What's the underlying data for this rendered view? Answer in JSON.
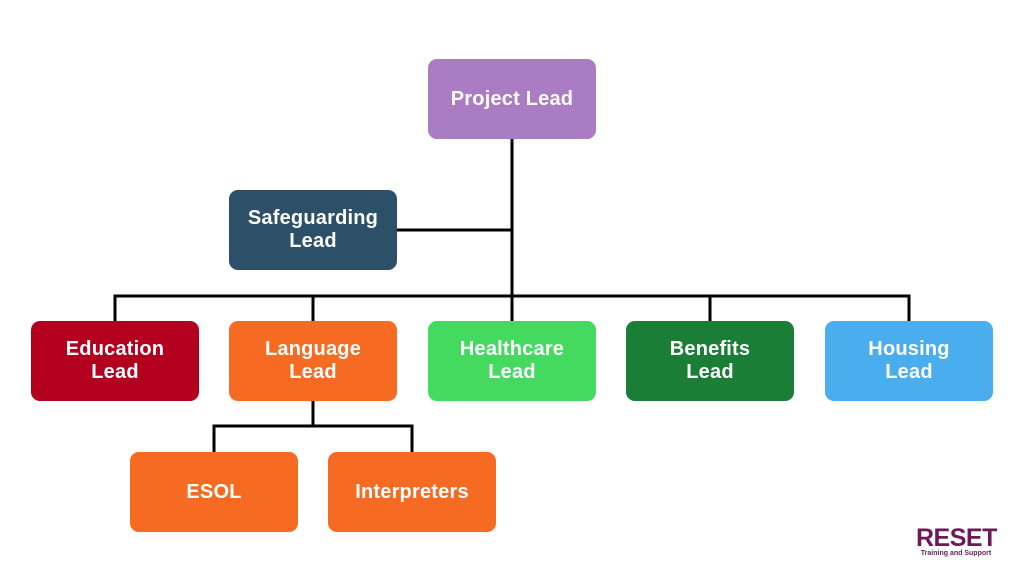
{
  "colors": {
    "connector": "#000000",
    "project": "#a97cc3",
    "safeguarding": "#2b5068",
    "education": "#b3001e",
    "language": "#f76a22",
    "healthcare": "#44d95f",
    "benefits": "#1a7e36",
    "housing": "#4aadee",
    "esol": "#f76a22",
    "interpreters": "#f76a22",
    "logo": "#6b1a5a"
  },
  "nodes": {
    "project": [
      "Project Lead"
    ],
    "safeguarding": [
      "Safeguarding",
      "Lead"
    ],
    "education": [
      "Education",
      "Lead"
    ],
    "language": [
      "Language",
      "Lead"
    ],
    "healthcare": [
      "Healthcare",
      "Lead"
    ],
    "benefits": [
      "Benefits",
      "Lead"
    ],
    "housing": [
      "Housing",
      "Lead"
    ],
    "esol": [
      "ESOL"
    ],
    "interpreters": [
      "Interpreters"
    ]
  },
  "logo": {
    "word": "RESET",
    "tagline": "Training and Support"
  }
}
